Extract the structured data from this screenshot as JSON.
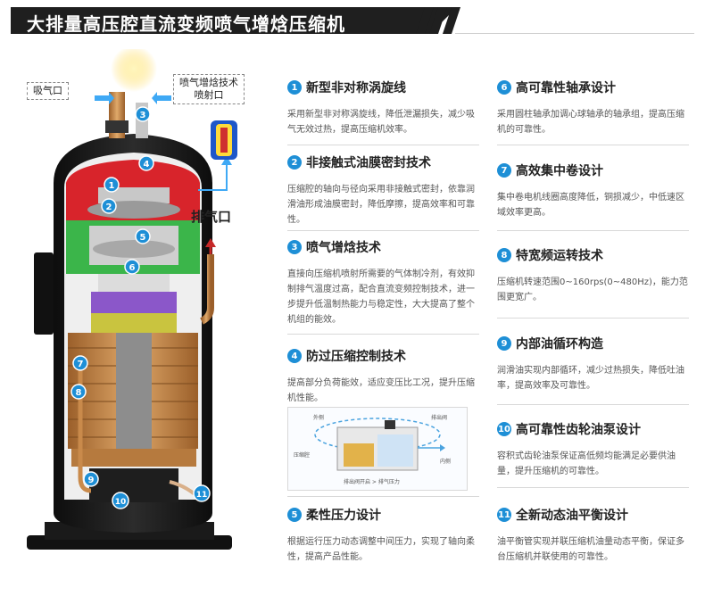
{
  "header": {
    "title": "大排量高压腔直流变频喷气增焓压缩机"
  },
  "figure": {
    "intake_label": "吸气口",
    "injection_label_line1": "喷气增焓技术",
    "injection_label_line2": "喷射口",
    "exhaust_label": "排气口",
    "markers": [
      "1",
      "2",
      "3",
      "4",
      "5",
      "6",
      "7",
      "8",
      "9",
      "10",
      "11"
    ]
  },
  "features_left": [
    {
      "num": "1",
      "title": "新型非对称涡旋线",
      "desc": "采用新型非对称涡旋线，降低泄漏损失，减少吸气无效过热，提高压缩机效率。"
    },
    {
      "num": "2",
      "title": "非接触式油膜密封技术",
      "desc": "压缩腔的轴向与径向采用非接触式密封，依靠润滑油形成油膜密封，降低摩擦，提高效率和可靠性。"
    },
    {
      "num": "3",
      "title": "喷气增焓技术",
      "desc": "直接向压缩机喷射所需要的气体制冷剂，有效抑制排气温度过高，配合直流变频控制技术，进一步提升低温制热能力与稳定性，大大提高了整个机组的能效。"
    },
    {
      "num": "4",
      "title": "防过压缩控制技术",
      "desc": "提高部分负荷能效，适应变压比工况，提升压缩机性能。"
    },
    {
      "num": "5",
      "title": "柔性压力设计",
      "desc": "根据运行压力动态调整中间压力，实现了轴向柔性，提高产品性能。"
    }
  ],
  "features_right": [
    {
      "num": "6",
      "title": "高可靠性轴承设计",
      "desc": "采用圆柱轴承加调心球轴承的轴承组，提高压缩机的可靠性。"
    },
    {
      "num": "7",
      "title": "高效集中卷设计",
      "desc": "集中卷电机线圈高度降低，铜损减少，中低速区域效率更高。"
    },
    {
      "num": "8",
      "title": "特宽频运转技术",
      "desc": "压缩机转速范围0~160rps(0~480Hz)，能力范围更宽广。"
    },
    {
      "num": "9",
      "title": "内部油循环构造",
      "desc": "润滑油实现内部循环，减少过热损失，降低吐油率，提高效率及可靠性。"
    },
    {
      "num": "10",
      "title": "高可靠性齿轮油泵设计",
      "desc": "容积式齿轮油泵保证高低频均能满足必要供油量，提升压缩机的可靠性。"
    },
    {
      "num": "11",
      "title": "全新动态油平衡设计",
      "desc": "油平衡管实现并联压缩机油量动态平衡，保证多台压缩机并联使用的可靠性。"
    }
  ],
  "inset": {
    "label_tl": "外侧",
    "label_tr": "排出阀",
    "label_l": "压缩腔",
    "label_r": "内侧",
    "caption": "排出阀开启 > 排气压力"
  },
  "colors": {
    "accent": "#1e8fd6",
    "header_bg": "#1f1f1f",
    "cap_red": "#d8242b",
    "chamber_green": "#3bb54a",
    "bearing_purple": "#8b57c9",
    "coil_copper": "#c98a4b"
  }
}
